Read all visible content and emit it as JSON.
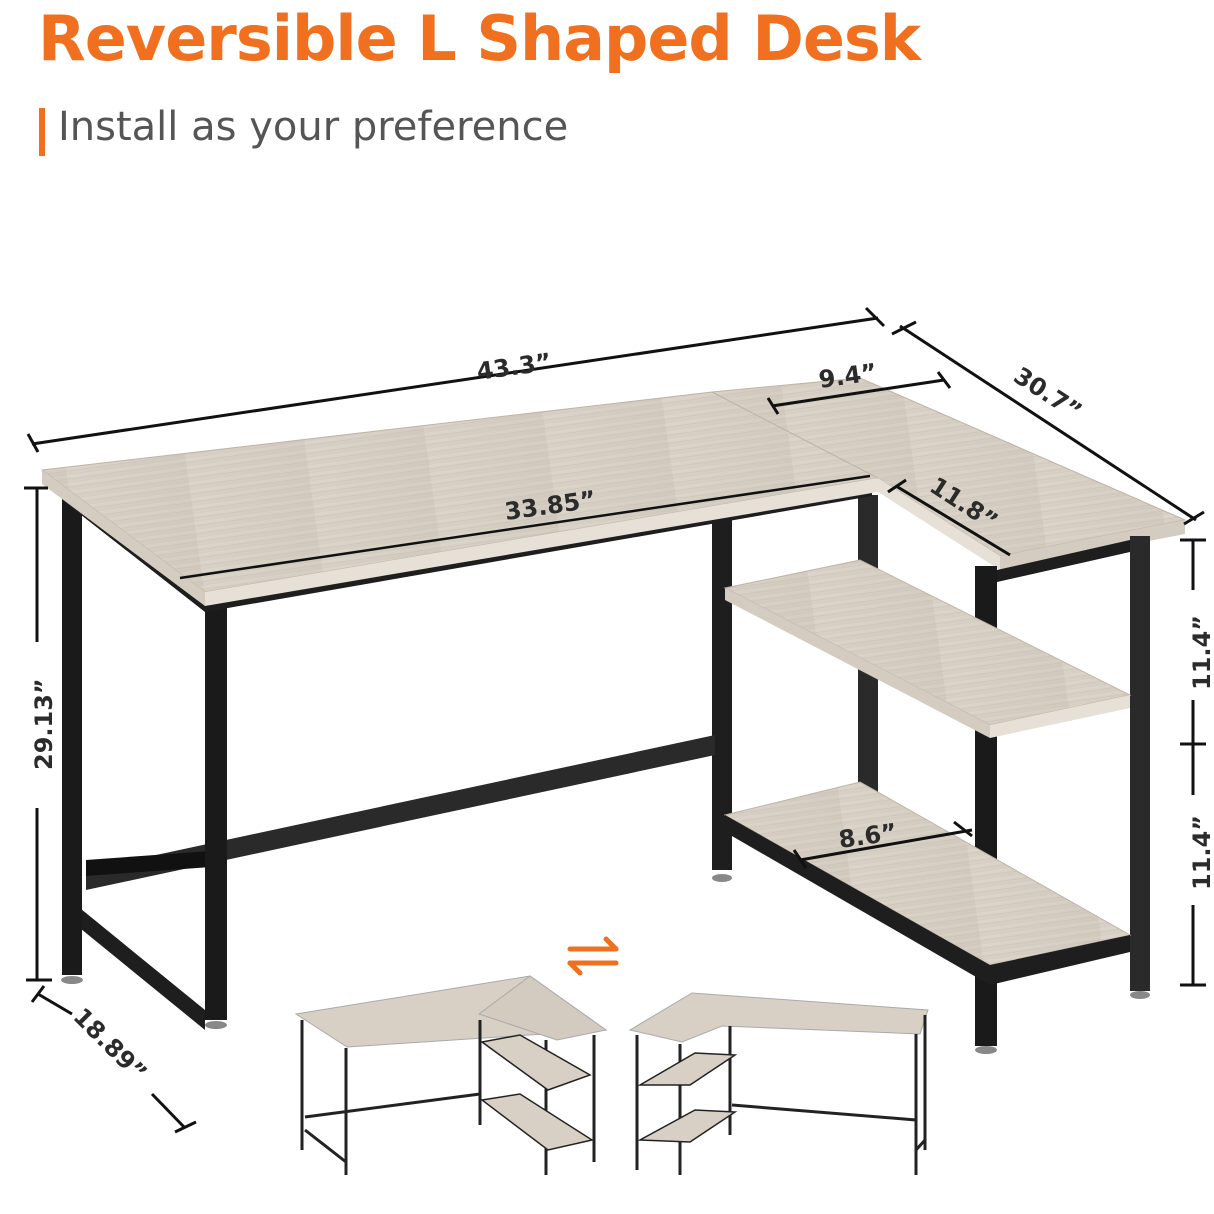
{
  "header": {
    "title": "Reversible L Shaped Desk",
    "subtitle": "Install as your preference"
  },
  "colors": {
    "accent": "#f07020",
    "wood": "#d9d2c8",
    "frame": "#1e1e1e",
    "text_dim": "#2b2b2b",
    "subtitle": "#555555"
  },
  "dimensions": {
    "total_length": "43.3”",
    "main_depth_length": "33.85”",
    "corner_width": "9.4”",
    "return_length": "30.7”",
    "return_depth": "11.8”",
    "height": "29.13”",
    "upper_shelf_gap": "11.4”",
    "lower_shelf_gap": "11.4”",
    "depth": "18.89”",
    "shelf_depth": "8.6”"
  },
  "variants": {
    "swap_icon": "swap-arrows",
    "left_config": "shelves-on-right",
    "right_config": "shelves-on-left"
  }
}
